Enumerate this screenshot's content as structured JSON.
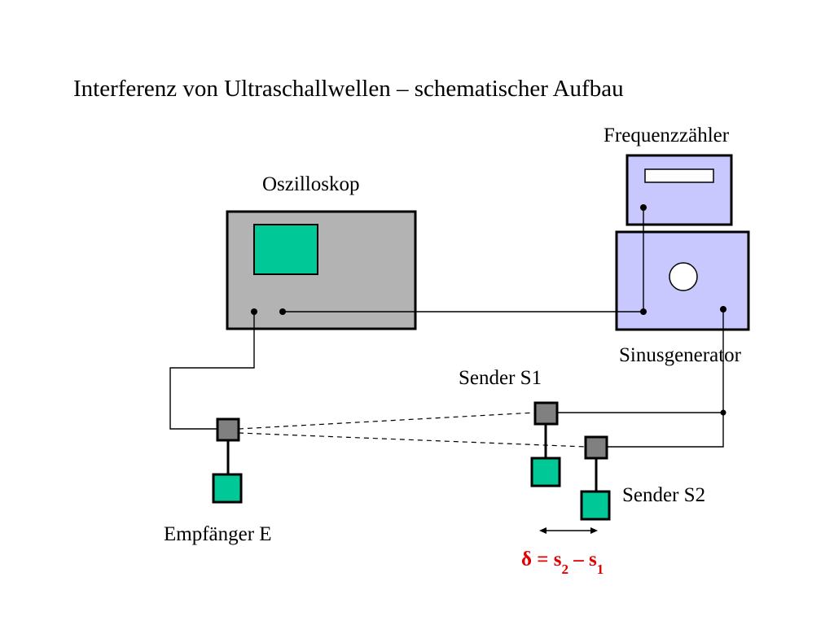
{
  "title": "Interferenz von Ultraschallwellen – schematischer Aufbau",
  "labels": {
    "oscilloscope": "Oszilloskop",
    "frequency_counter": "Frequenzzähler",
    "sine_generator": "Sinusgenerator",
    "sender_s1": "Sender S1",
    "sender_s2": "Sender S2",
    "receiver": "Empfänger E"
  },
  "formula": {
    "lhs": "δ = s",
    "sub1": "2",
    "mid": " – s",
    "sub2": "1"
  },
  "colors": {
    "oscilloscope_body": "#b3b3b3",
    "screen": "#00c896",
    "generator_body": "#c8c8ff",
    "transducer_head": "#808080",
    "transducer_body": "#00c896",
    "formula": "#e00000"
  }
}
